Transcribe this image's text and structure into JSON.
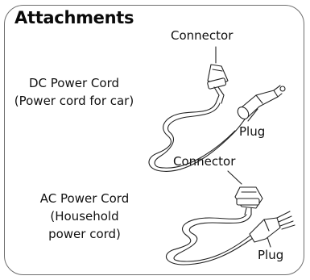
{
  "title": "Attachments",
  "dc": {
    "connector_label": "Connector",
    "name_line1": "DC Power Cord",
    "name_line2": "(Power cord for car)",
    "plug_label": "Plug"
  },
  "ac": {
    "connector_label": "Connector",
    "name_line1": "AC Power Cord",
    "name_line2": "(Household",
    "name_line3": "power cord)",
    "plug_label": "Plug"
  }
}
